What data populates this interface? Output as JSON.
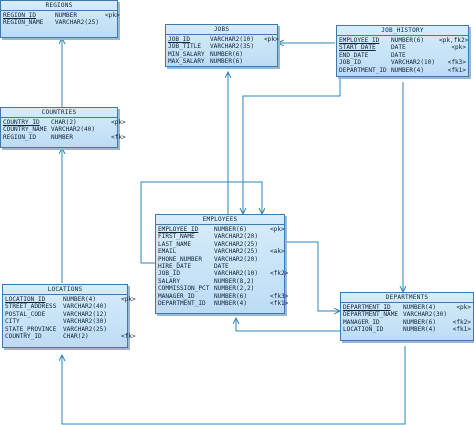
{
  "entities": {
    "regions": {
      "name": "REGIONS",
      "columns": [
        {
          "name": "REGION_ID",
          "type": "NUMBER",
          "key": "<pk>"
        },
        {
          "name": "REGION_NAME",
          "type": "VARCHAR2(25)",
          "key": ""
        }
      ]
    },
    "countries": {
      "name": "COUNTRIES",
      "columns": [
        {
          "name": "COUNTRY_ID",
          "type": "CHAR(2)",
          "key": "<pk>"
        },
        {
          "name": "COUNTRY_NAME",
          "type": "VARCHAR2(40)",
          "key": ""
        },
        {
          "name": "REGION_ID",
          "type": "NUMBER",
          "key": "<fk>"
        }
      ]
    },
    "locations": {
      "name": "LOCATIONS",
      "columns": [
        {
          "name": "LOCATION_ID",
          "type": "NUMBER(4)",
          "key": "<pk>"
        },
        {
          "name": "STREET_ADDRESS",
          "type": "VARCHAR2(40)",
          "key": ""
        },
        {
          "name": "POSTAL_CODE",
          "type": "VARCHAR2(12)",
          "key": ""
        },
        {
          "name": "CITY",
          "type": "VARCHAR2(30)",
          "key": ""
        },
        {
          "name": "STATE_PROVINCE",
          "type": "VARCHAR2(25)",
          "key": ""
        },
        {
          "name": "COUNTRY_ID",
          "type": "CHAR(2)",
          "key": "<fk>"
        }
      ]
    },
    "jobs": {
      "name": "JOBS",
      "columns": [
        {
          "name": "JOB_ID",
          "type": "VARCHAR2(10)",
          "key": "<pk>"
        },
        {
          "name": "JOB_TITLE",
          "type": "VARCHAR2(35)",
          "key": ""
        },
        {
          "name": "MIN_SALARY",
          "type": "NUMBER(6)",
          "key": ""
        },
        {
          "name": "MAX_SALARY",
          "type": "NUMBER(6)",
          "key": ""
        }
      ]
    },
    "job_history": {
      "name": "JOB_HISTORY",
      "columns": [
        {
          "name": "EMPLOYEE_ID",
          "type": "NUMBER(6)",
          "key": "<pk,fk2>"
        },
        {
          "name": "START_DATE",
          "type": "DATE",
          "key": "<pk>"
        },
        {
          "name": "END_DATE",
          "type": "DATE",
          "key": ""
        },
        {
          "name": "JOB_ID",
          "type": "VARCHAR2(10)",
          "key": "<fk3>"
        },
        {
          "name": "DEPARTMENT_ID",
          "type": "NUMBER(4)",
          "key": "<fk1>"
        }
      ]
    },
    "employees": {
      "name": "EMPLOYEES",
      "columns": [
        {
          "name": "EMPLOYEE_ID",
          "type": "NUMBER(6)",
          "key": "<pk>"
        },
        {
          "name": "FIRST_NAME",
          "type": "VARCHAR2(20)",
          "key": ""
        },
        {
          "name": "LAST_NAME",
          "type": "VARCHAR2(25)",
          "key": ""
        },
        {
          "name": "EMAIL",
          "type": "VARCHAR2(25)",
          "key": "<ak>"
        },
        {
          "name": "PHONE_NUMBER",
          "type": "VARCHAR2(20)",
          "key": ""
        },
        {
          "name": "HIRE_DATE",
          "type": "DATE",
          "key": ""
        },
        {
          "name": "JOB_ID",
          "type": "VARCHAR2(10)",
          "key": "<fk2>"
        },
        {
          "name": "SALARY",
          "type": "NUMBER(8,2)",
          "key": ""
        },
        {
          "name": "COMMISSION_PCT",
          "type": "NUMBER(2,2)",
          "key": ""
        },
        {
          "name": "MANAGER_ID",
          "type": "NUMBER(6)",
          "key": "<fk3>"
        },
        {
          "name": "DEPARTMENT_ID",
          "type": "NUMBER(4)",
          "key": "<fk1>"
        }
      ]
    },
    "departments": {
      "name": "DEPARTMENTS",
      "columns": [
        {
          "name": "DEPARTMENT_ID",
          "type": "NUMBER(4)",
          "key": "<pk>"
        },
        {
          "name": "DEPARTMENT_NAME",
          "type": "VARCHAR2(30)",
          "key": ""
        },
        {
          "name": "MANAGER_ID",
          "type": "NUMBER(6)",
          "key": "<fk2>"
        },
        {
          "name": "LOCATION_ID",
          "type": "NUMBER(4)",
          "key": "<fk1>"
        }
      ]
    }
  },
  "colors": {
    "entity_fill": "#c9e4f7",
    "entity_border": "#3d7ab3",
    "connector": "#2f86b8"
  }
}
